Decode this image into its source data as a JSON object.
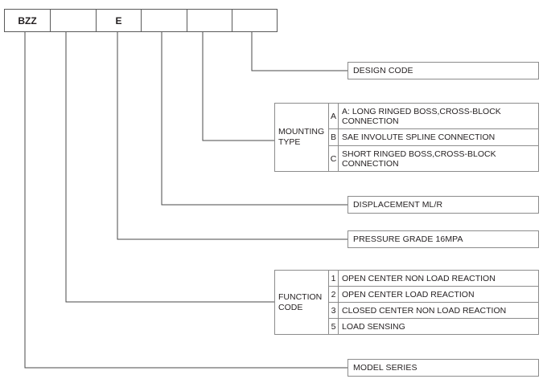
{
  "code_boxes": [
    "BZZ",
    "",
    "E",
    "",
    "",
    ""
  ],
  "design_code": "DESIGN CODE",
  "mounting": {
    "group": "MOUNTING TYPE",
    "options": [
      {
        "code": "A",
        "text": "A: LONG RINGED BOSS,CROSS-BLOCK CONNECTION"
      },
      {
        "code": "B",
        "text": "SAE INVOLUTE SPLINE CONNECTION"
      },
      {
        "code": "C",
        "text": "SHORT RINGED BOSS,CROSS-BLOCK CONNECTION"
      }
    ]
  },
  "displacement": "DISPLACEMENT ML/R",
  "pressure": "PRESSURE GRADE 16MPA",
  "function": {
    "group": "FUNCTION CODE",
    "options": [
      {
        "code": "1",
        "text": "OPEN CENTER NON LOAD REACTION"
      },
      {
        "code": "2",
        "text": "OPEN CENTER LOAD REACTION"
      },
      {
        "code": "3",
        "text": "CLOSED CENTER NON LOAD REACTION"
      },
      {
        "code": "5",
        "text": "LOAD SENSING"
      }
    ]
  },
  "model_series": "MODEL SERIES"
}
